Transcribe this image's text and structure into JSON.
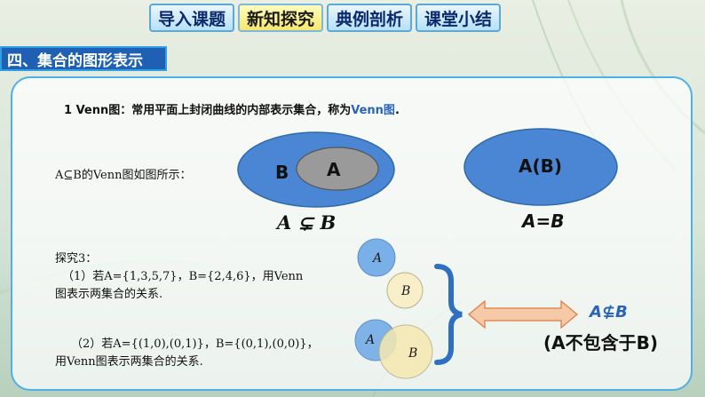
{
  "nav": {
    "tabs": [
      {
        "label": "导入课题"
      },
      {
        "label": "新知探究"
      },
      {
        "label": "典例剖析"
      },
      {
        "label": "课堂小结"
      }
    ]
  },
  "section": {
    "title": "四、集合的图形表示"
  },
  "definition": {
    "prefix": "1 Venn图：常用平面上封闭曲线的内部表示集合，称为",
    "highlight": "Venn图",
    "suffix": "."
  },
  "subset_example": {
    "caption": "A⊆B的Venn图如图所示：",
    "outer_label": "B",
    "inner_label": "A",
    "relation": "A ⊊ B"
  },
  "equal_example": {
    "label": "A(B)",
    "relation": "A=B"
  },
  "exploration": {
    "title": "探究3：",
    "q1_line1": "（1）若A={1,3,5,7}，B={2,4,6}，用Venn",
    "q1_line2": "图表示两集合的关系.",
    "q2_line1": "（2）若A={(1,0),(0,1)}，B={(0,1),(0,0)}，",
    "q2_line2": "用Venn图表示两集合的关系."
  },
  "diagrams": {
    "disjoint_a": "A",
    "disjoint_b": "B",
    "overlap_a": "A",
    "overlap_b": "B"
  },
  "conclusion": {
    "symbol": "A⊈B",
    "text": "(A不包含于B)"
  },
  "colors": {
    "accent_blue": "#1f5fb4",
    "venn_blue": "#4a86d4",
    "venn_gray": "#9a9a9a",
    "circle_light": "#7ab0e8",
    "circle_pale": "#f8efc8",
    "arrow_fill": "#f6c9a8",
    "arrow_stroke": "#e07b3c",
    "brace_blue": "#2f6fbf"
  }
}
